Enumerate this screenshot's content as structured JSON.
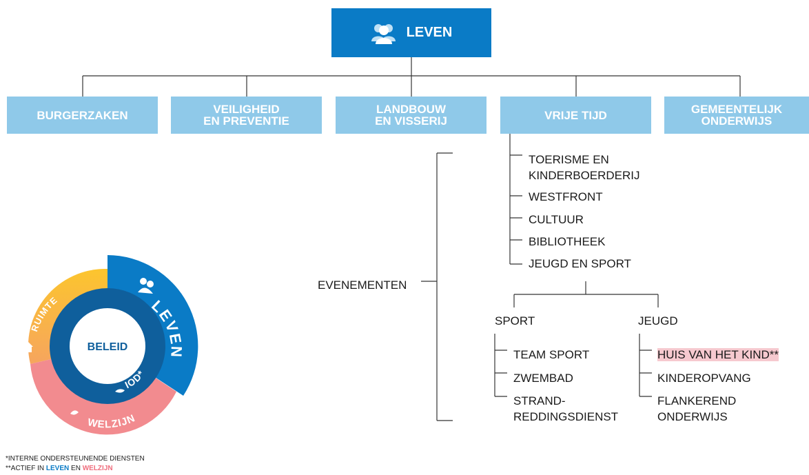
{
  "top": {
    "label": "LEVEN",
    "icon": "people-icon",
    "color": "#0a7bc6"
  },
  "departments": [
    {
      "line1": "BURGERZAKEN",
      "line2": ""
    },
    {
      "line1": "VEILIGHEID",
      "line2": "EN PREVENTIE"
    },
    {
      "line1": "LANDBOUW",
      "line2": "EN VISSERIJ"
    },
    {
      "line1": "VRIJE TIJD",
      "line2": ""
    },
    {
      "line1": "GEMEENTELIJK",
      "line2": "ONDERWIJS"
    }
  ],
  "vrije_tijd": {
    "items": [
      "TOERISME EN",
      "KINDERBOERDERIJ",
      "WESTFRONT",
      "CULTUUR",
      "BIBLIOTHEEK",
      "JEUGD EN SPORT"
    ],
    "evenementen": "EVENEMENTEN",
    "sport": {
      "title": "SPORT",
      "items": [
        "TEAM SPORT",
        "ZWEMBAD",
        "STRAND-",
        "REDDINGSDIENST"
      ]
    },
    "jeugd": {
      "title": "JEUGD",
      "items": [
        "HUIS VAN HET KIND**",
        "KINDEROPVANG",
        "FLANKEREND",
        "ONDERWIJS"
      ]
    }
  },
  "wheel": {
    "center": "BELEID",
    "segments": [
      "LEVEN",
      "WELZIJN",
      "RUIMTE"
    ],
    "inner": "IOD*",
    "colors": {
      "leven": "#0a7bc6",
      "welzijn": "#f28b8f",
      "ruimte": "#fbbf2e",
      "inner": "#0f5f9c"
    }
  },
  "footnotes": {
    "line1": "*INTERNE ONDERSTEUNENDE DIENSTEN",
    "line2_prefix": "**ACTIEF IN",
    "line2_leven": "LEVEN",
    "line2_mid": "EN",
    "line2_welzijn": "WELZIJN"
  }
}
